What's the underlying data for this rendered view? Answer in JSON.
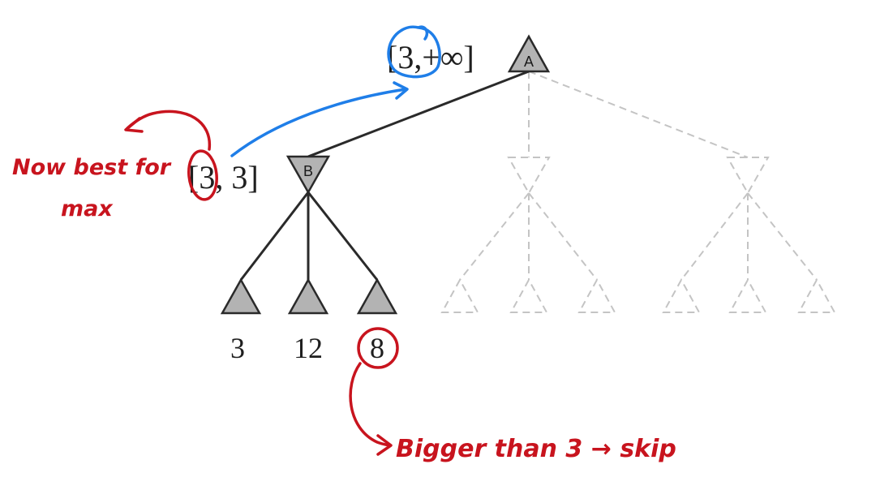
{
  "tree": {
    "root_node_label": "A",
    "root_bound": {
      "lower": "3",
      "sep": ",",
      "upper": "+∞"
    },
    "b_node_label": "B",
    "b_bound": {
      "lower": "3",
      "sep": ",",
      "upper": "3"
    },
    "leaf_values": [
      "3",
      "12",
      "8"
    ]
  },
  "annotations": {
    "left_note_line1": "Now best for",
    "left_note_line2": "max",
    "bottom_note": "Bigger than 3 → skip",
    "colors": {
      "red": "#c8141e",
      "blue": "#1f7ee8",
      "node_fill": "#b3b3b3",
      "dashed": "#c4c4c4"
    }
  }
}
